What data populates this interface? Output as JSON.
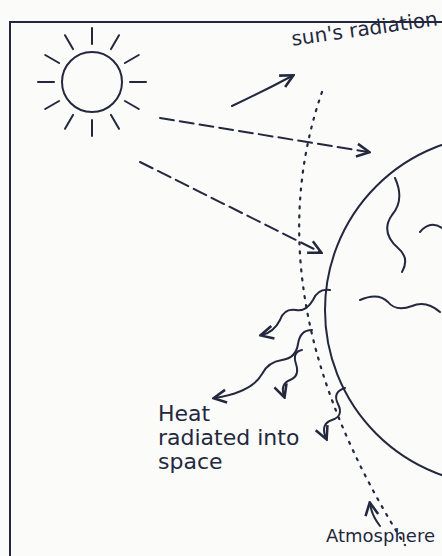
{
  "diagram": {
    "labels": [
      "sun's radiation",
      "Heat radiated into space",
      "Atmosphere"
    ]
  }
}
